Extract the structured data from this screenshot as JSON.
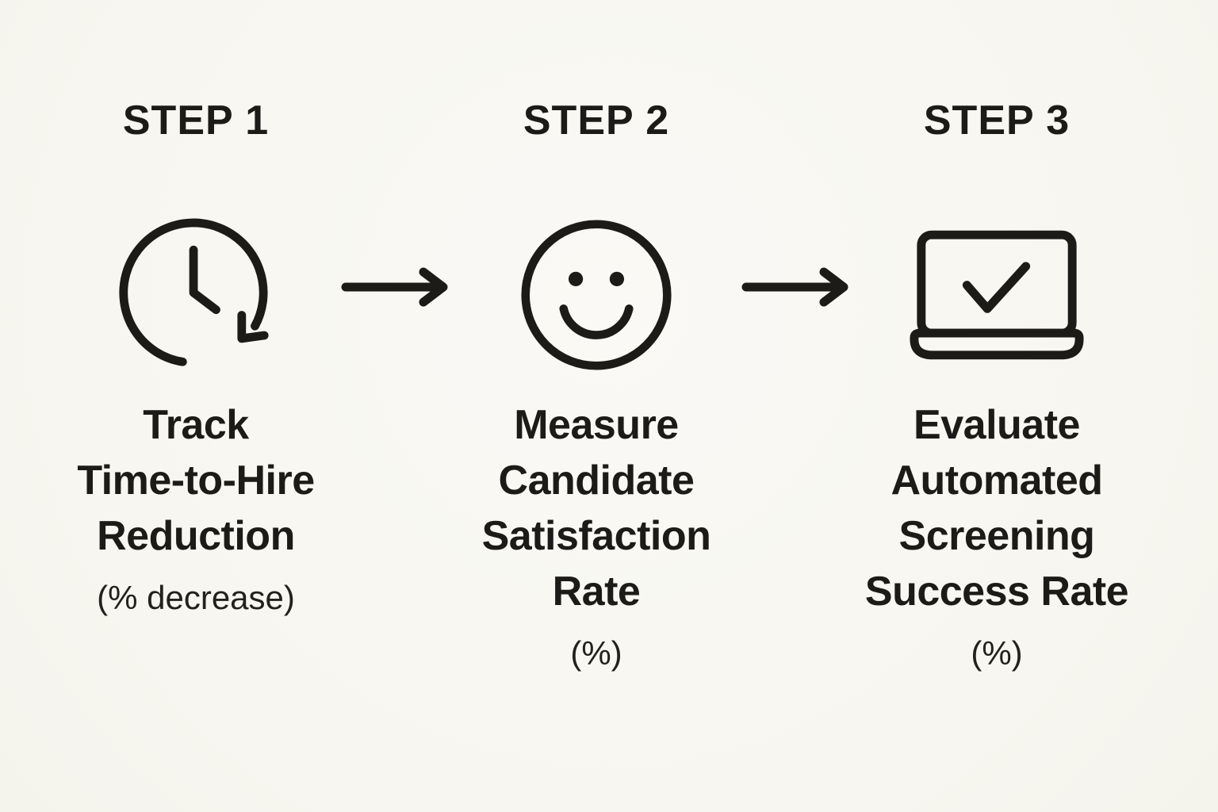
{
  "page": {
    "background": "#f8f7f2",
    "ink": "#1d1b17",
    "kind": "three-step process infographic"
  },
  "steps": [
    {
      "label": "STEP 1",
      "icon": "history-clock-icon",
      "title": "Track\nTime-to-Hire\nReduction",
      "subtitle": "(% decrease)"
    },
    {
      "label": "STEP 2",
      "icon": "smiley-face-icon",
      "title": "Measure\nCandidate\nSatisfaction\nRate",
      "subtitle": "(%)"
    },
    {
      "label": "STEP 3",
      "icon": "laptop-check-icon",
      "title": "Evaluate\nAutomated\nScreening\nSuccess Rate",
      "subtitle": "(%)"
    }
  ],
  "connectors": [
    {
      "icon": "arrow-right-icon"
    },
    {
      "icon": "arrow-right-icon"
    }
  ]
}
